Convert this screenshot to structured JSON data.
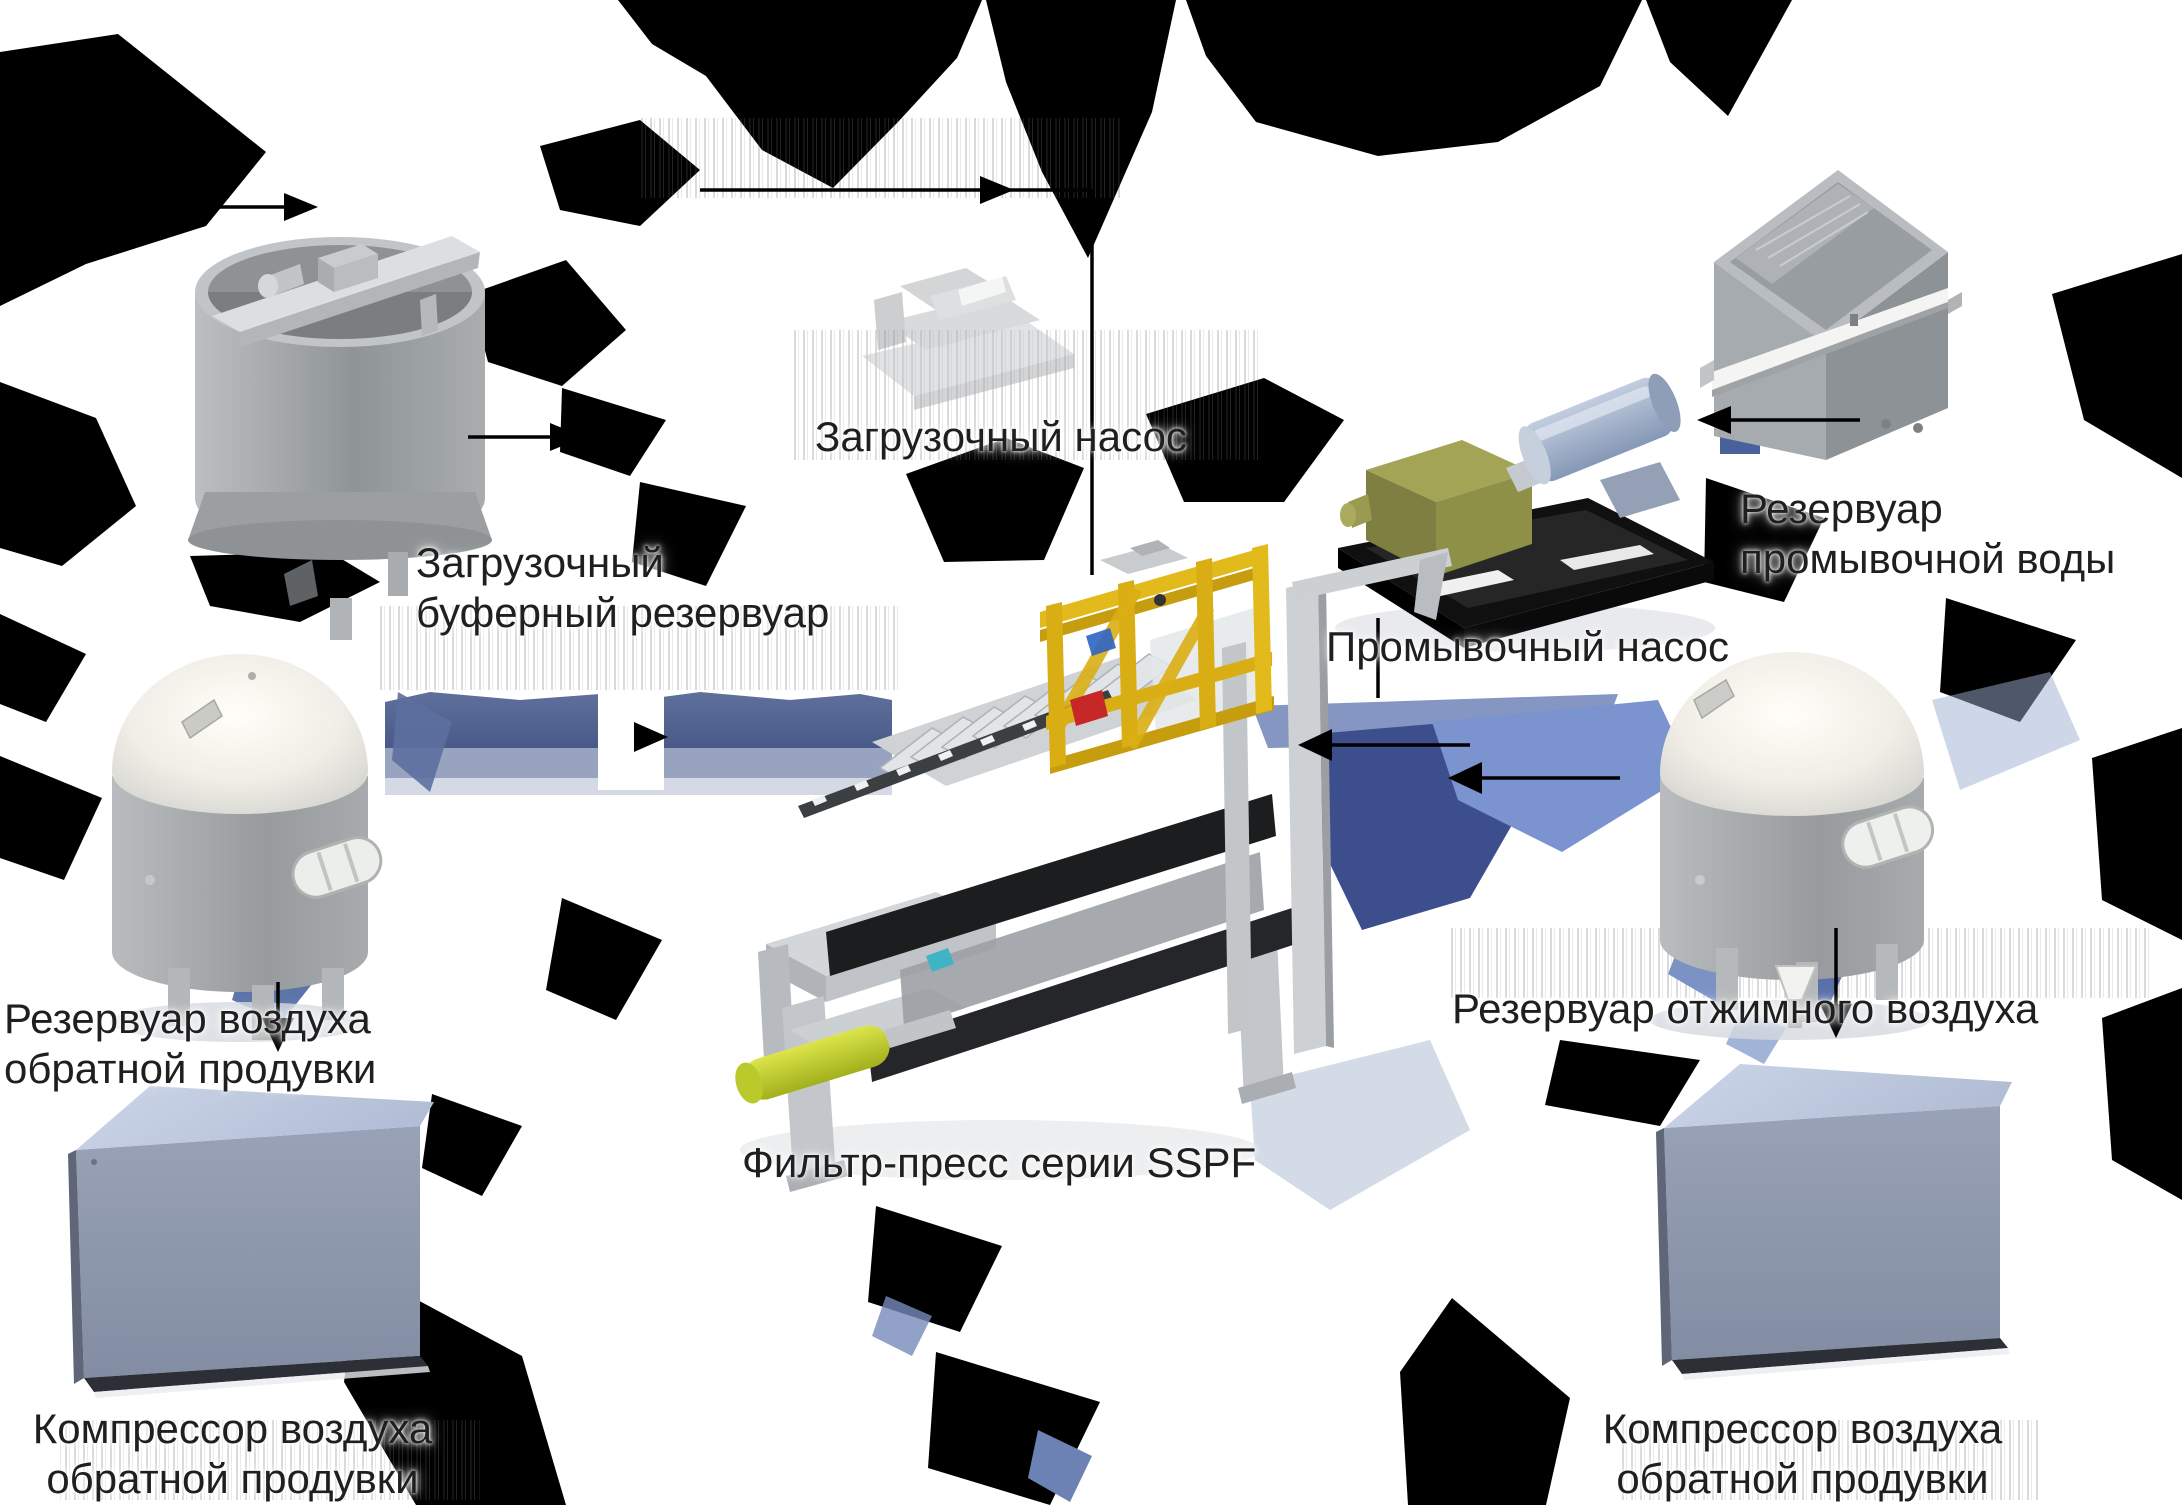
{
  "colors": {
    "bg": "#ffffff",
    "ink": "#1f1f1f",
    "black-region": "#000000",
    "blue-dark": "#3c4f8c",
    "blue-mid": "#5d6c98",
    "blue-light": "#7b93cf",
    "blue-pale": "#8c99b8",
    "tank-gray": "#a4a8aa",
    "dome-light": "#fbfaf2",
    "cube-front": "#8a94aa",
    "cube-top": "#c6d1e4",
    "gantry-yellow": "#d9ae14",
    "cylinder-green": "#c3d02e",
    "pump-olive": "#8f9048",
    "motor-blue": "#a9b8d0",
    "skid-black": "#141414",
    "red-part": "#c62828"
  },
  "nodes": {
    "buffer_tank": {
      "label": [
        "Загрузочный",
        "буферный резервуар"
      ]
    },
    "loading_pump": {
      "label": [
        "Загрузочный насос"
      ]
    },
    "wash_water_tank": {
      "label": [
        "Резервуар",
        "промывочной воды"
      ]
    },
    "wash_pump": {
      "label": [
        "Промывочный насос"
      ]
    },
    "backblow_air_tank": {
      "label": [
        "Резервуар воздуха",
        "обратной продувки"
      ]
    },
    "squeeze_air_tank": {
      "label": [
        "Резервуар отжимного воздуха"
      ]
    },
    "filter_press": {
      "label": [
        "Фильтр-пресс серии SSPF"
      ]
    },
    "backblow_compressor_left": {
      "label": [
        "Компрессор воздуха",
        "обратной продувки"
      ]
    },
    "backblow_compressor_right": {
      "label": [
        "Компрессор воздуха",
        "обратной продувки"
      ]
    }
  }
}
